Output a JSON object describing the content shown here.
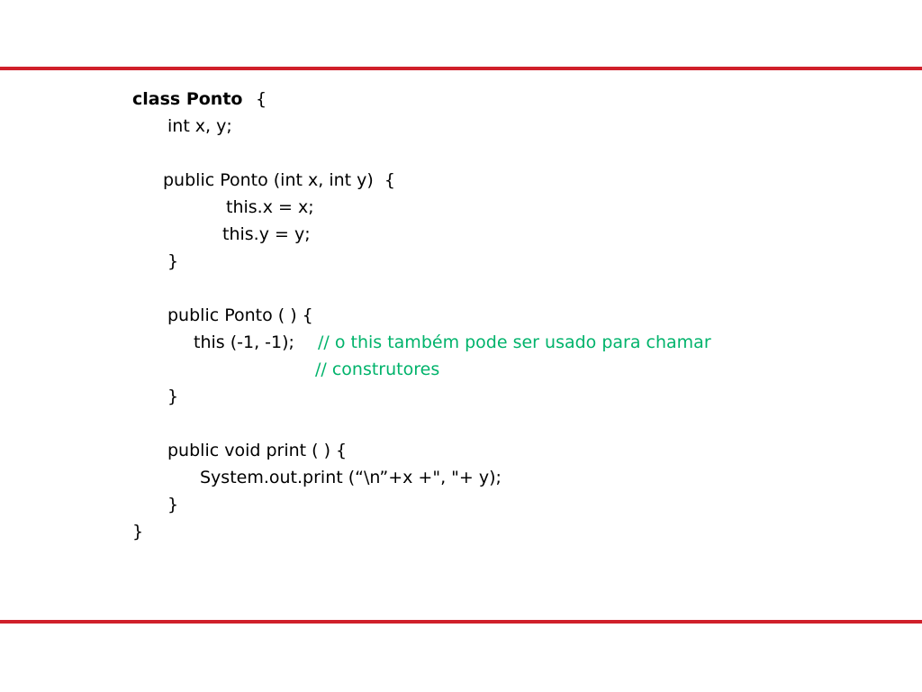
{
  "colors": {
    "rule": "#d0202a",
    "comment": "#00b36b",
    "text": "#000000"
  },
  "code": {
    "class_decl": "class Ponto",
    "class_brace": "{",
    "field": "int x, y;",
    "ctor1_sig": "public Ponto (int x, int y)  {",
    "ctor1_body1": "this.x = x;",
    "ctor1_body2": "this.y = y;",
    "ctor1_close": "}",
    "ctor2_sig": "public Ponto ( ) {",
    "ctor2_body": "this (-1, -1);",
    "ctor2_comment1": "// o this também pode ser usado para chamar",
    "ctor2_comment2": "// construtores",
    "ctor2_close": "}",
    "print_sig": "public void print ( ) {",
    "print_body": "System.out.print (“\\n”+x +\", \"+ y);",
    "print_close": "}",
    "class_close": "}"
  }
}
